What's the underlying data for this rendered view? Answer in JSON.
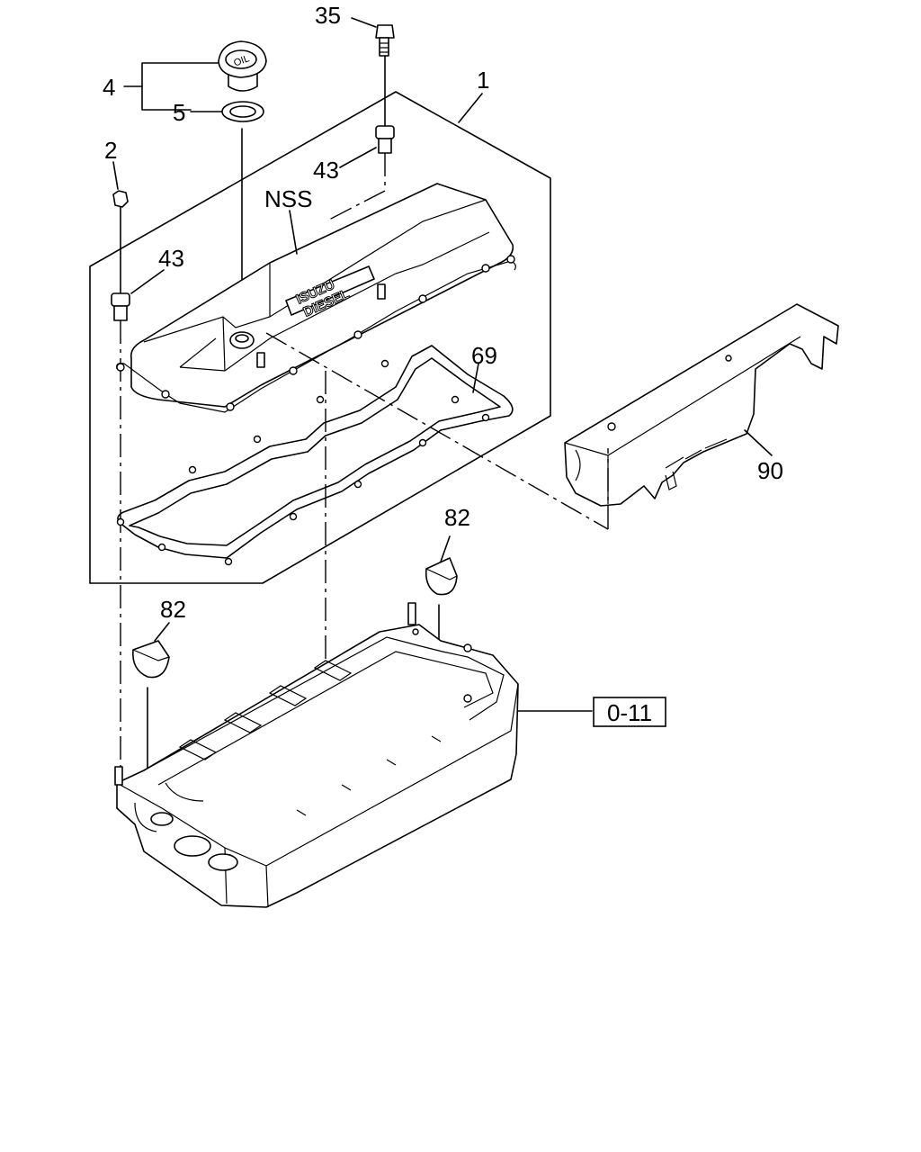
{
  "callouts": {
    "c35": "35",
    "c4": "4",
    "c5": "5",
    "c1": "1",
    "c2": "2",
    "c43a": "43",
    "c43b": "43",
    "nss": "NSS",
    "c69": "69",
    "c90": "90",
    "c82a": "82",
    "c82b": "82"
  },
  "reference_box": "0-11",
  "oil_cap_text": "OIL",
  "cover_emboss": {
    "line1": "ISUZU",
    "line2": "DIESEL"
  }
}
